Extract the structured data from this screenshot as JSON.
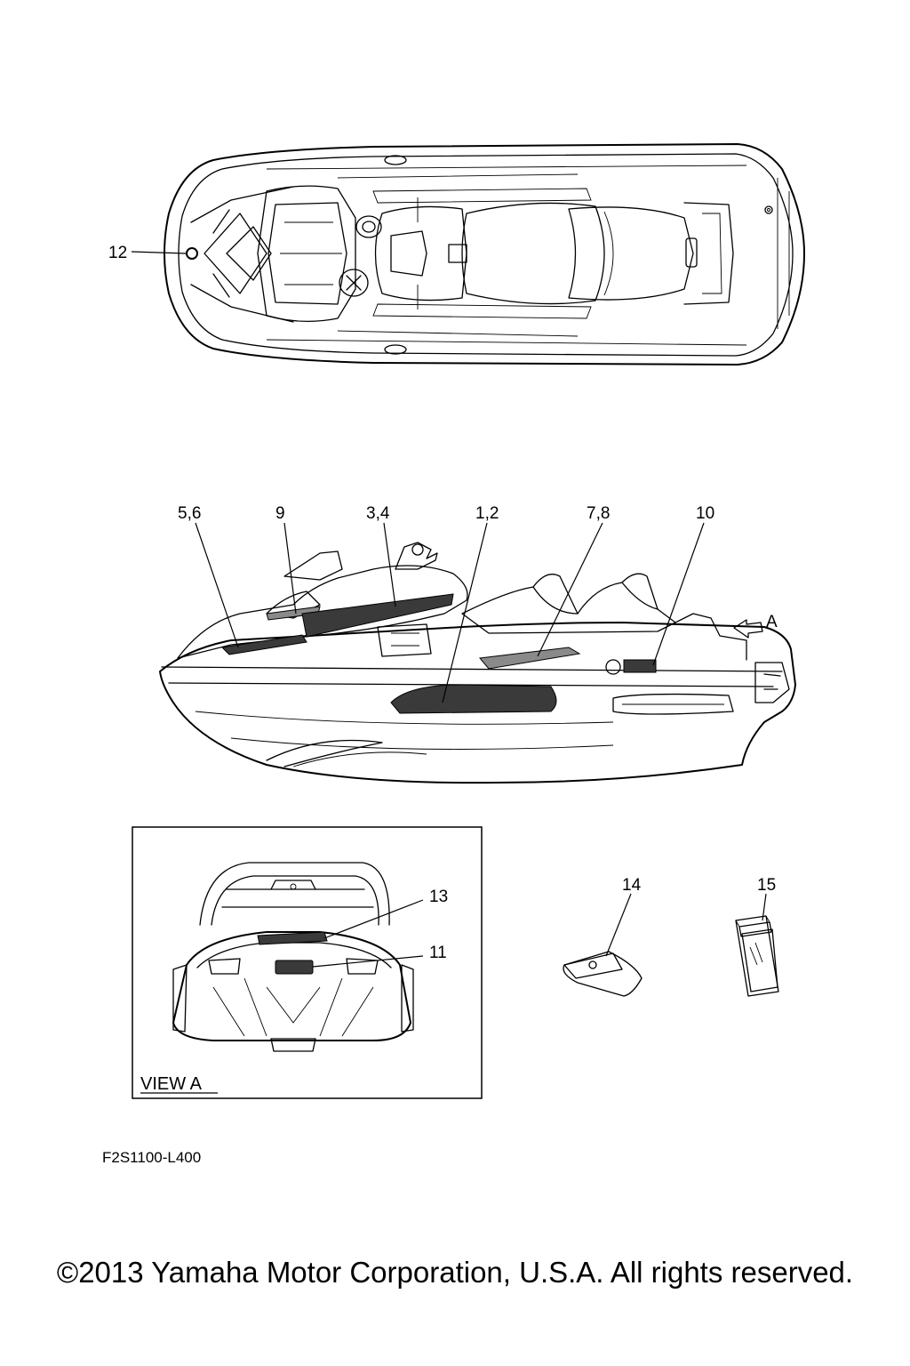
{
  "callouts": {
    "c12": "12",
    "c5_6": "5,6",
    "c9": "9",
    "c3_4": "3,4",
    "c1_2": "1,2",
    "c7_8": "7,8",
    "c10": "10",
    "cA": "A",
    "c13": "13",
    "c11": "11",
    "c14": "14",
    "c15": "15"
  },
  "view_label": "VIEW A",
  "drawing_code": "F2S1100-L400",
  "copyright": "©2013 Yamaha Motor Corporation, U.S.A. All rights reserved."
}
